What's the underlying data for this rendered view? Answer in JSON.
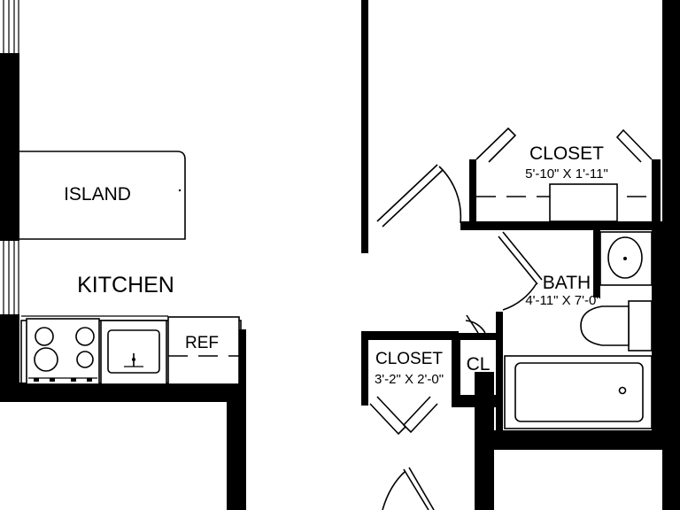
{
  "rooms": {
    "kitchen": {
      "name": "KITCHEN"
    },
    "island": {
      "name": "ISLAND"
    },
    "refrigerator": {
      "name": "REF"
    },
    "closet_upper": {
      "name": "CLOSET",
      "dimensions": "5'-10\" X 1'-11\""
    },
    "bath": {
      "name": "BATH",
      "dimensions": "4'-11\" X 7'-0\""
    },
    "closet_lower": {
      "name": "CLOSET",
      "dimensions": "3'-2\" X 2'-0\""
    },
    "linen_closet": {
      "name": "CL"
    }
  },
  "colors": {
    "wall": "#000000",
    "background": "#ffffff"
  }
}
